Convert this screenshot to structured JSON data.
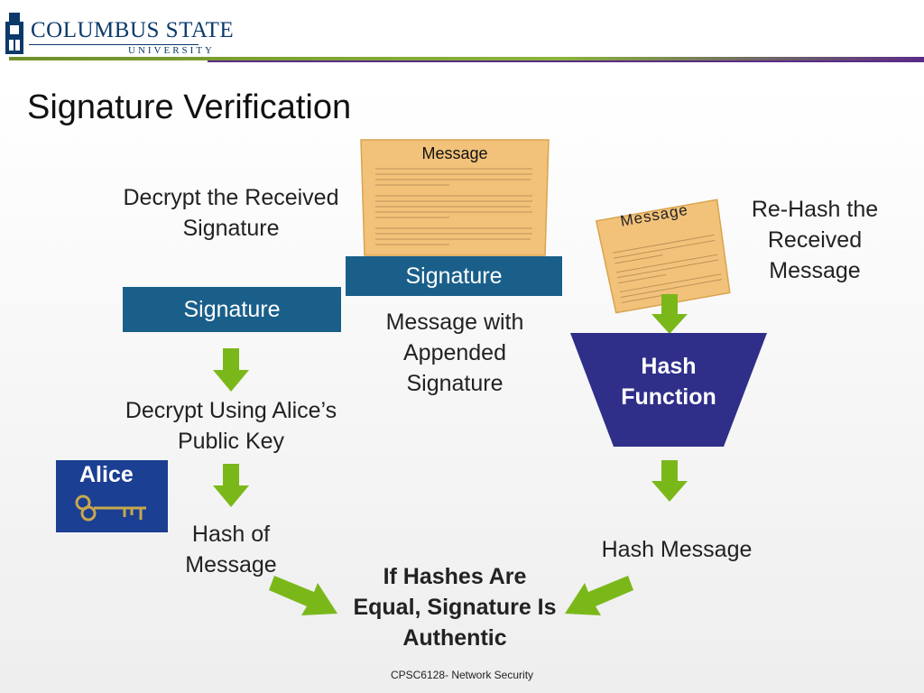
{
  "header": {
    "logo_main": "COLUMBUS STATE",
    "logo_sub": "UNIVERSITY"
  },
  "title": "Signature Verification",
  "message_doc": {
    "label": "Message"
  },
  "left": {
    "decrypt_received": "Decrypt the Received Signature",
    "signature_bar": "Signature",
    "decrypt_using": "Decrypt Using Alice’s Public Key",
    "alice_label": "Alice",
    "hash_of_message": "Hash of Message"
  },
  "center": {
    "signature_bar": "Signature",
    "message_with_sig": "Message with Appended Signature",
    "result": "If Hashes Are Equal, Signature Is Authentic"
  },
  "right": {
    "tilted_message_label": "Message",
    "rehash": "Re-Hash the Received Message",
    "hash_function": "Hash Function",
    "hash_message": "Hash Message"
  },
  "colors": {
    "signature_bar": "#1a5f8a",
    "hash_function": "#2f2f8a",
    "arrow_green": "#7ab81a",
    "parchment": "#f2c27a",
    "alice_box": "#1b3f92"
  },
  "footer": "CPSC6128- Network Security"
}
